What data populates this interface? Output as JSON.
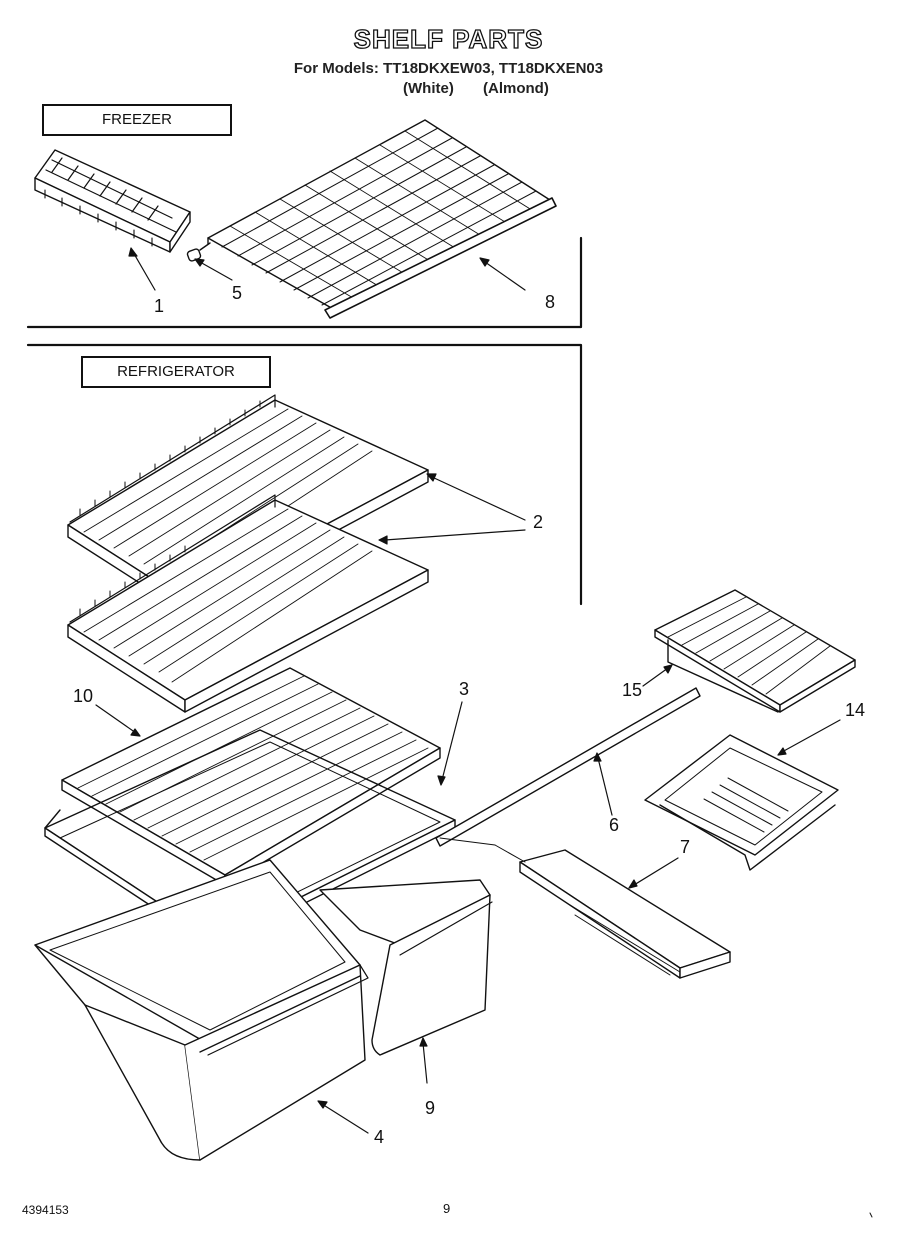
{
  "title": "SHELF PARTS",
  "models_line": "For Models: TT18DKXEW03, TT18DKXEN03",
  "color_white": "(White)",
  "color_almond": "(Almond)",
  "sections": {
    "freezer": "FREEZER",
    "refrigerator": "REFRIGERATOR"
  },
  "callouts": {
    "c1": "1",
    "c5": "5",
    "c8": "8",
    "c2": "2",
    "c10": "10",
    "c3": "3",
    "c15": "15",
    "c14": "14",
    "c6": "6",
    "c7": "7",
    "c9": "9",
    "c4": "4"
  },
  "footer": {
    "doc_number": "4394153",
    "page_number": "9"
  }
}
